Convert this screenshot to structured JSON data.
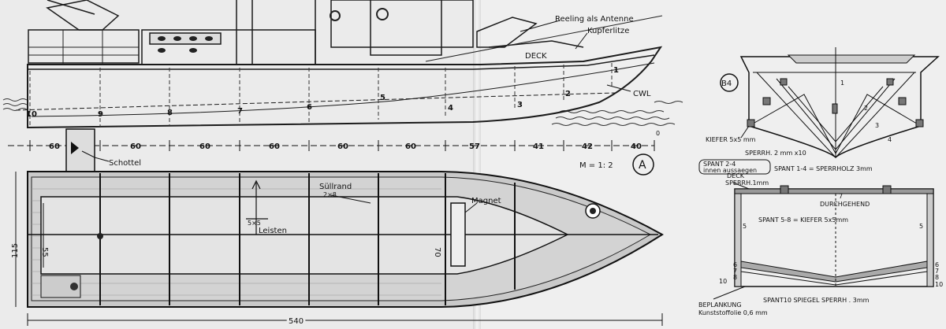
{
  "labels": {
    "reeling": "Reeling als Antenne",
    "kupferlitze": "Kupferlitze",
    "deck_side": "DECK",
    "cwl": "CWL",
    "schottel": "Schottel",
    "scale": "M = 1: 2",
    "view_a": "A",
    "suellrand": "Süllrand",
    "suellrand_dim": "2×8",
    "magnet": "Magnet",
    "leisten_dim": "5×5",
    "leisten": "Leisten",
    "b4": "B4",
    "kiefer": "KIEFER 5x5 mm",
    "sperrh2": "SPERRH. 2 mm x10",
    "spant24_line1": "SPANT 2-4",
    "spant24_line2": "innen aussaegen",
    "spant14": "SPANT 1-4 = SPERRHOLZ 3mm",
    "deck_section": "DECK",
    "sperrh1": "SPERRH.1mm",
    "durchgehend": "DURCHGEHEND",
    "spant58": "SPANT 5-8 = KIEFER 5x5mm",
    "beplankung_line1": "BEPLANKUNG",
    "beplankung_line2": "Kunststoffolie 0,6 mm",
    "spant10": "SPANT10 SPIEGEL SPERRH . 3mm"
  },
  "frame_numbers": [
    "10",
    "9",
    "8",
    "7",
    "6",
    "5",
    "4",
    "3",
    "2",
    "1"
  ],
  "station_dimensions": [
    "60",
    "60",
    "60",
    "60",
    "60",
    "60",
    "57",
    "41",
    "42",
    "40"
  ],
  "station_dimension_end": "0",
  "plan_dimensions": {
    "length": "540",
    "width": "115",
    "inner_width": "55",
    "bow_mark": "70"
  },
  "section_numbers": {
    "v_top": "1",
    "v_left": [
      "1",
      "2",
      "3",
      "4"
    ],
    "box_top": "7",
    "box_side_left": "5",
    "box_side_right": "5",
    "box_bottom_left": [
      "6",
      "7",
      "8",
      "10"
    ],
    "box_bottom_right": [
      "6",
      "7",
      "8",
      "10"
    ]
  }
}
